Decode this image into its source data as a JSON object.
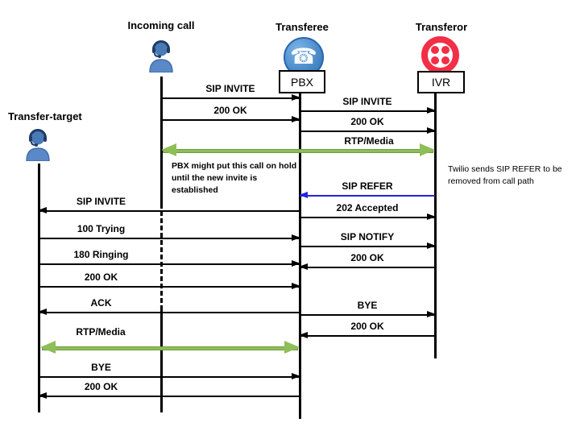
{
  "diagram": {
    "type": "sip-call-transfer-sequence-diagram",
    "actors": [
      {
        "label": "Transfer-target",
        "icon": "person-headset-icon",
        "box": null
      },
      {
        "label": "Incoming call",
        "icon": "person-headset-icon",
        "box": null
      },
      {
        "label": "Transferee",
        "icon": "rotary-phone-icon",
        "box": "PBX"
      },
      {
        "label": "Transferor",
        "icon": "twilio-logo-icon",
        "box": "IVR"
      }
    ],
    "messages": [
      {
        "label": "SIP INVITE",
        "from": "Incoming call",
        "to": "PBX"
      },
      {
        "label": "200 OK",
        "from": "Incoming call",
        "to": "PBX"
      },
      {
        "label": "SIP INVITE",
        "from": "PBX",
        "to": "IVR"
      },
      {
        "label": "200 OK",
        "from": "PBX",
        "to": "IVR"
      },
      {
        "label": "RTP/Media",
        "from": "Incoming call",
        "to": "IVR",
        "style": "media-bidirectional"
      },
      {
        "label": "SIP REFER",
        "from": "IVR",
        "to": "PBX",
        "style": "refer-blue"
      },
      {
        "label": "202 Accepted",
        "from": "PBX",
        "to": "IVR"
      },
      {
        "label": "SIP NOTIFY",
        "from": "PBX",
        "to": "IVR"
      },
      {
        "label": "200 OK",
        "from": "IVR",
        "to": "PBX"
      },
      {
        "label": "BYE",
        "from": "PBX",
        "to": "IVR"
      },
      {
        "label": "200 OK",
        "from": "IVR",
        "to": "PBX"
      },
      {
        "label": "SIP INVITE",
        "from": "PBX",
        "to": "Transfer-target"
      },
      {
        "label": "100 Trying",
        "from": "Transfer-target",
        "to": "PBX"
      },
      {
        "label": "180 Ringing",
        "from": "Transfer-target",
        "to": "PBX"
      },
      {
        "label": "200 OK",
        "from": "Transfer-target",
        "to": "PBX"
      },
      {
        "label": "ACK",
        "from": "PBX",
        "to": "Transfer-target"
      },
      {
        "label": "RTP/Media",
        "from": "Transfer-target",
        "to": "PBX",
        "style": "media-bidirectional"
      },
      {
        "label": "BYE",
        "from": "Transfer-target",
        "to": "PBX"
      },
      {
        "label": "200 OK",
        "from": "PBX",
        "to": "Transfer-target"
      }
    ],
    "annotations": [
      {
        "text": "PBX might put this call on hold until the new invite is established"
      },
      {
        "text": "Twilio sends SIP REFER to be removed from call path"
      }
    ],
    "colors": {
      "media_green": "#8FBE58",
      "refer_blue": "#2323D9",
      "twilio_red": "#F22F46",
      "person_blue": "#4A7AB5",
      "phone_blue": "#4189D0",
      "line_black": "#000000"
    }
  }
}
